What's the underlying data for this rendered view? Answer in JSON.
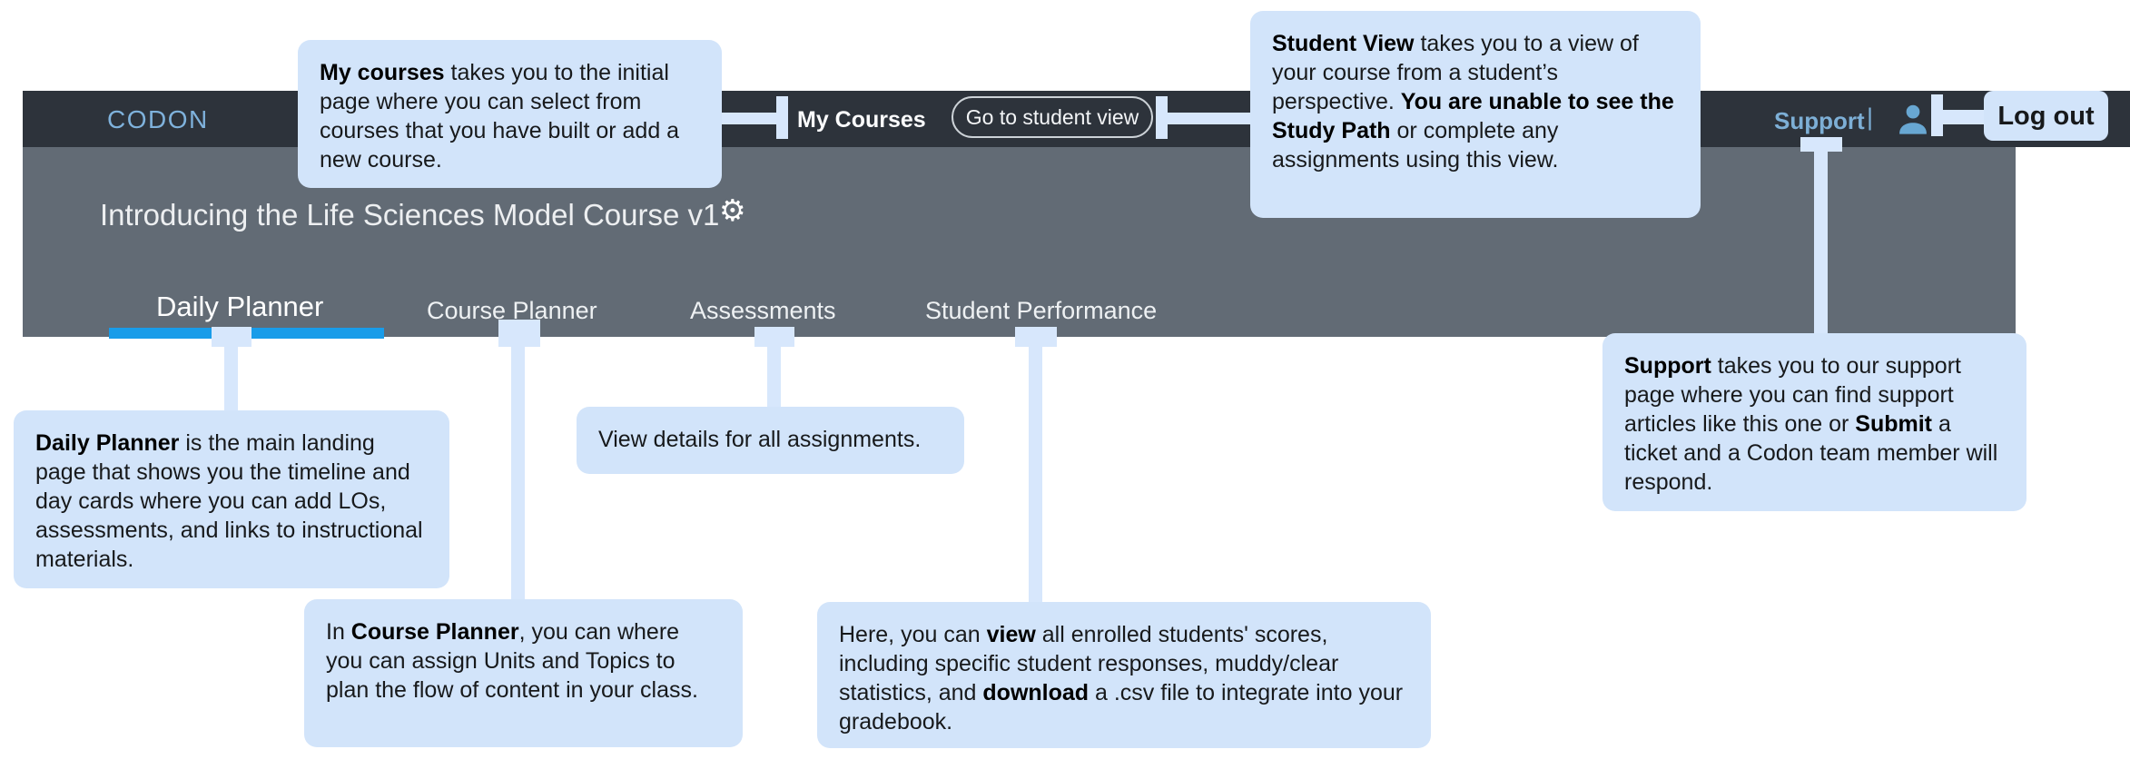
{
  "navbar": {
    "brand": "CODON",
    "my_courses_label": "My Courses",
    "student_view_button": "Go to student view",
    "support_label": "Support",
    "separator": "|",
    "person_icon": "person-icon",
    "logout_label": "Log out"
  },
  "header": {
    "course_title": "Introducing the Life Sciences Model Course v1",
    "gear_icon": "⚙",
    "tabs": [
      {
        "label": "Daily Planner",
        "active": true
      },
      {
        "label": "Course Planner",
        "active": false
      },
      {
        "label": "Assessments",
        "active": false
      },
      {
        "label": "Student Performance",
        "active": false
      }
    ]
  },
  "callouts": {
    "my_courses": {
      "segments": [
        {
          "t": "My courses",
          "b": true
        },
        {
          "t": " takes you to the initial page where you can select from courses that you have built or add a new course."
        }
      ]
    },
    "student_view": {
      "segments": [
        {
          "t": "Student View",
          "b": true
        },
        {
          "t": " takes you to a view of your course from a student’s perspective. "
        },
        {
          "t": "You are unable to see the Study Path",
          "b": true
        },
        {
          "t": " or complete any assignments using this view."
        }
      ]
    },
    "support": {
      "segments": [
        {
          "t": "Support",
          "b": true
        },
        {
          "t": " takes you to our support page where you can find support articles like this one or "
        },
        {
          "t": "Submit",
          "b": true
        },
        {
          "t": " a ticket and a Codon team member will respond."
        }
      ]
    },
    "daily_planner": {
      "segments": [
        {
          "t": "Daily Planner",
          "b": true
        },
        {
          "t": " is the main landing page that shows you the timeline and day cards where you can add LOs, assessments, and links to instructional materials."
        }
      ]
    },
    "assessments": {
      "segments": [
        {
          "t": "View details for all assignments."
        }
      ]
    },
    "course_planner": {
      "segments": [
        {
          "t": "In "
        },
        {
          "t": "Course Planner",
          "b": true
        },
        {
          "t": ", you can where you can assign Units and Topics to plan the flow of content in your class."
        }
      ]
    },
    "student_performance": {
      "segments": [
        {
          "t": "Here, you can "
        },
        {
          "t": "view",
          "b": true
        },
        {
          "t": " all enrolled students' scores, including specific student responses, muddy/clear statistics, and "
        },
        {
          "t": "download",
          "b": true
        },
        {
          "t": " a .csv file to integrate into your gradebook."
        }
      ]
    }
  },
  "colors": {
    "navbar_bg": "#2d333b",
    "header_bg": "#626b75",
    "callout_bg": "#d2e4fa",
    "connector": "#d7e7fc",
    "active_tab_underline": "#189ce9",
    "brand_blue": "#7fb2dc",
    "link_blue": "#7dafd6",
    "icon_blue": "#68a7d2"
  }
}
